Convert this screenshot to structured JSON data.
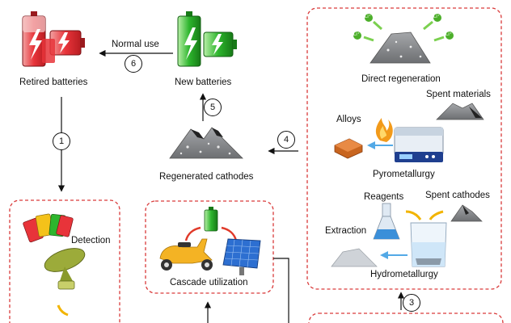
{
  "labels": {
    "retired": "Retired batteries",
    "new": "New batteries",
    "normal_use": "Normal use",
    "regenerated": "Regenerated cathodes",
    "direct_regen": "Direct regeneration",
    "spent_materials": "Spent materials",
    "alloys": "Alloys",
    "pyro": "Pyrometallurgy",
    "reagents": "Reagents",
    "spent_cathodes": "Spent cathodes",
    "extraction": "Extraction",
    "hydro": "Hydrometallurgy",
    "detection": "Detection",
    "cascade": "Cascade utilization"
  },
  "steps": {
    "s1": "1",
    "s3": "3",
    "s4": "4",
    "s5": "5",
    "s6": "6"
  },
  "li_ion": "Li⁺",
  "colors": {
    "dashed_box": "#d93a3a",
    "red_battery": "#e8343a",
    "green_battery": "#2db52d",
    "blue_arrow": "#53a9e6",
    "red_arrow": "#e03a2a",
    "yellow_arrow": "#f2b400",
    "rock": "#8b8d90"
  }
}
